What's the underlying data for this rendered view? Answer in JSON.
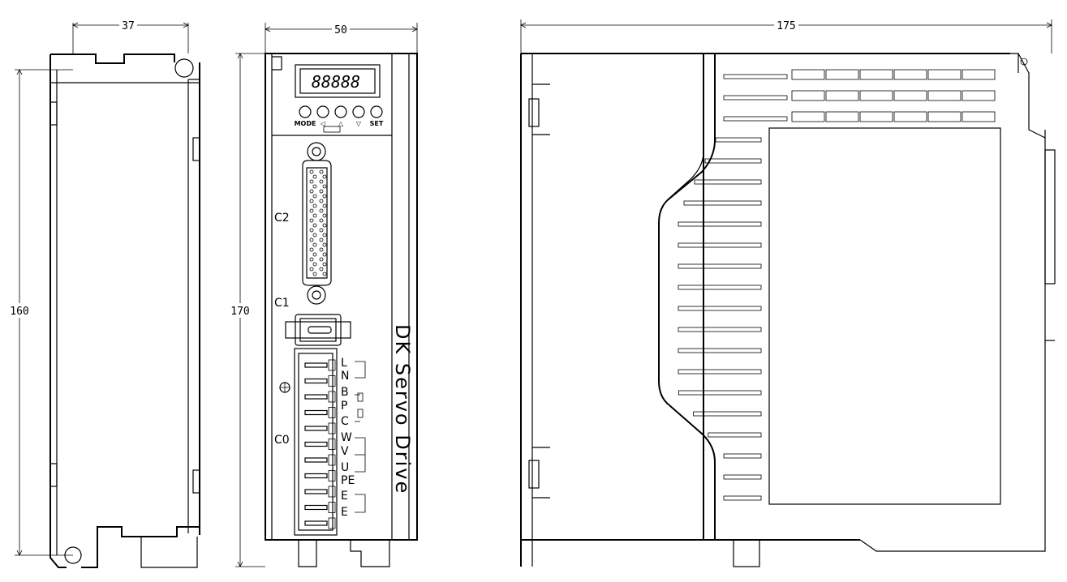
{
  "dimensions": {
    "side_width": "37",
    "side_height": "160",
    "front_width": "50",
    "front_height": "170",
    "depth": "175"
  },
  "front_panel": {
    "display": "88888",
    "buttons": [
      "MODE",
      "◁",
      "△",
      "▽",
      "SET"
    ],
    "connectors": {
      "c2": "C2",
      "c1": "C1",
      "c0": "C0"
    },
    "terminals": [
      "L",
      "N",
      "B",
      "P",
      "C",
      "W",
      "V",
      "U",
      "PE",
      "E",
      "E"
    ],
    "vertical_label": "DK  Servo  Drive"
  }
}
